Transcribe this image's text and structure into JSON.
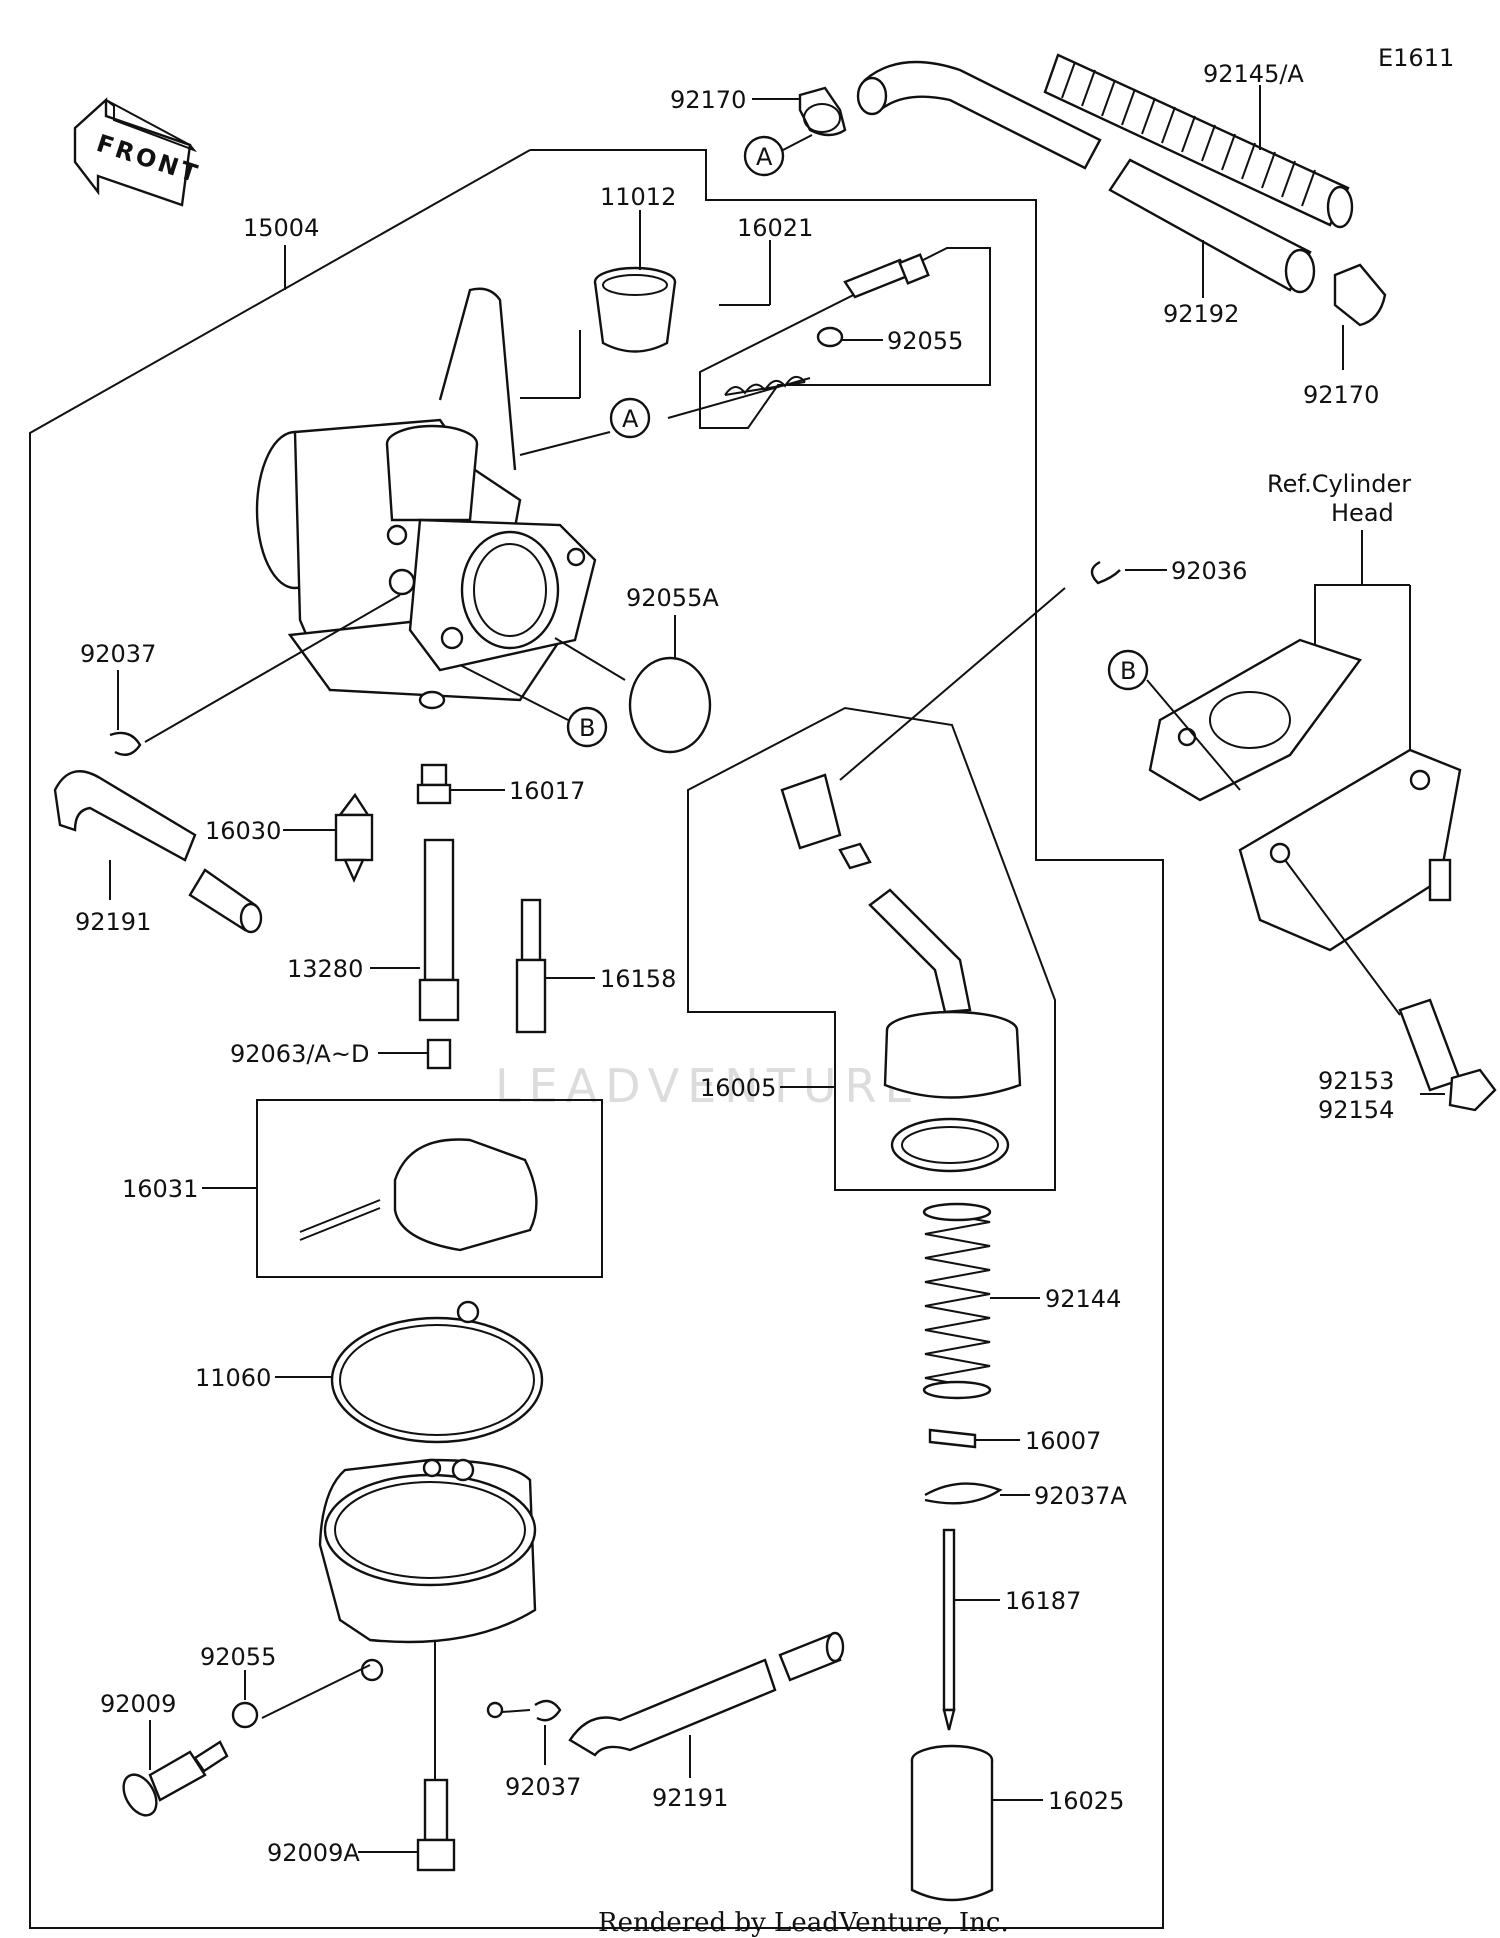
{
  "diagram_code": "E1611",
  "front_label": "FRONT",
  "ref_label_1": "Ref.Cylinder",
  "ref_label_2": "Head",
  "footer": "Rendered by LeadVenture, Inc.",
  "watermark": "LEADVENTURE",
  "callouts": {
    "a": "A",
    "b": "B"
  },
  "parts": {
    "p15004": "15004",
    "p11012": "11012",
    "p16021": "16021",
    "p92055_top": "92055",
    "p92170_top": "92170",
    "p92145": "92145/A",
    "p92192": "92192",
    "p92170_right": "92170",
    "p92036": "92036",
    "p92055A": "92055A",
    "p92037_left": "92037",
    "p92191_left": "92191",
    "p16030": "16030",
    "p16017": "16017",
    "p13280": "13280",
    "p16158": "16158",
    "p92063": "92063/A~D",
    "p16005": "16005",
    "p92153": "92153",
    "p92154": "92154",
    "p16031": "16031",
    "p11060": "11060",
    "p92144": "92144",
    "p16007": "16007",
    "p92037A": "92037A",
    "p16187": "16187",
    "p92055_bottom": "92055",
    "p92009": "92009",
    "p92037_bottom": "92037",
    "p92191_bottom": "92191",
    "p16025": "16025",
    "p92009A": "92009A"
  }
}
